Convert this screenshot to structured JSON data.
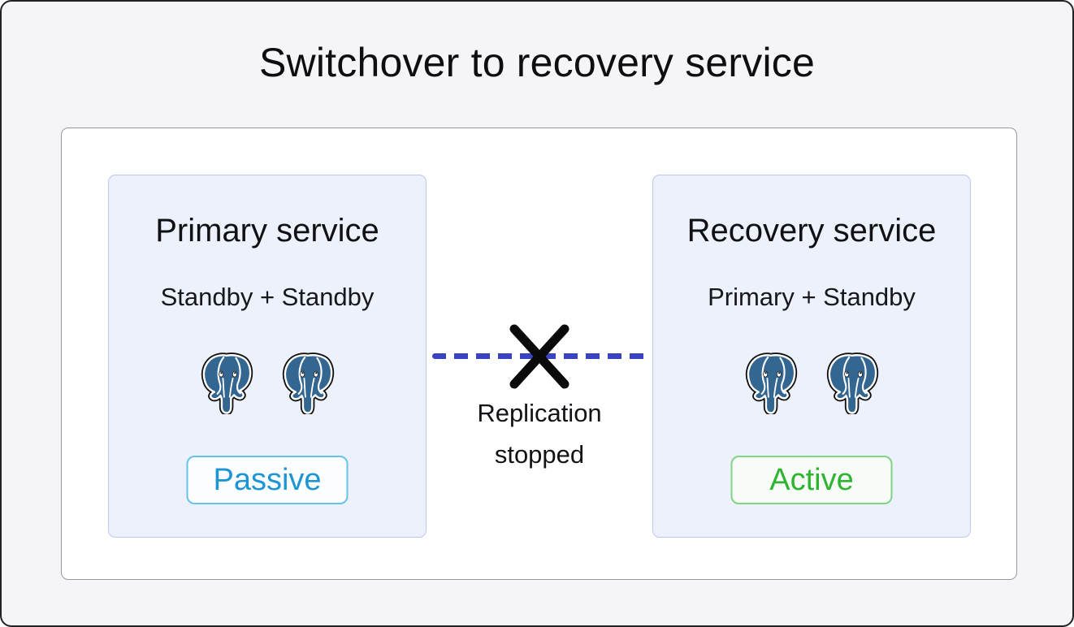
{
  "title": "Switchover to recovery service",
  "cards": [
    {
      "title": "Primary service",
      "subtitle": "Standby + Standby",
      "badge": "Passive",
      "badge_state": "passive",
      "database_icons": [
        "postgresql-elephant-icon",
        "postgresql-elephant-icon"
      ]
    },
    {
      "title": "Recovery service",
      "subtitle": "Primary + Standby",
      "badge": "Active",
      "badge_state": "active",
      "database_icons": [
        "postgresql-elephant-icon",
        "postgresql-elephant-icon"
      ]
    }
  ],
  "connector": {
    "label": "Replication stopped",
    "lines": [
      "Replication",
      "stopped"
    ],
    "style": "dashed-line-with-x-mark"
  },
  "colors": {
    "page_bg": "#f5f5f7",
    "frame_border": "#212226",
    "panel_bg": "#ffffff",
    "panel_border": "#97999e",
    "card_bg": "#edf1fb",
    "card_border": "#bcc8ee",
    "passive_text": "#1d95d3",
    "passive_border": "#67c2e9",
    "active_text": "#2eb432",
    "active_border": "#7fd486",
    "replication_line": "#3a44c1",
    "postgres_blue": "#336791"
  }
}
